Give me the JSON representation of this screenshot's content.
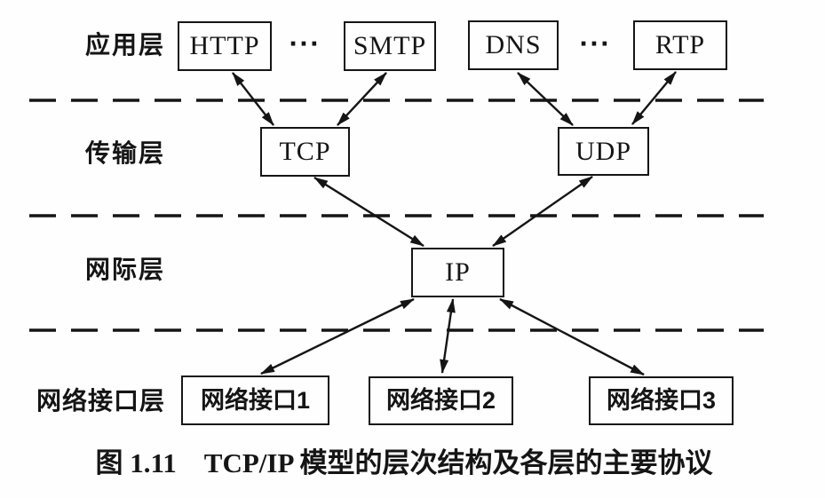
{
  "figure": {
    "caption": "图 1.11　TCP/IP 模型的层次结构及各层的主要协议",
    "ellipsis": "···"
  },
  "colors": {
    "ink": "#151515",
    "background": "#fefefe"
  },
  "layers": {
    "application": "应用层",
    "transport": "传输层",
    "internet": "网际层",
    "network_interface": "网络接口层"
  },
  "nodes": {
    "http": "HTTP",
    "smtp": "SMTP",
    "dns": "DNS",
    "rtp": "RTP",
    "tcp": "TCP",
    "udp": "UDP",
    "ip": "IP",
    "interface1": "网络接口1",
    "interface2": "网络接口2",
    "interface3": "网络接口3"
  }
}
